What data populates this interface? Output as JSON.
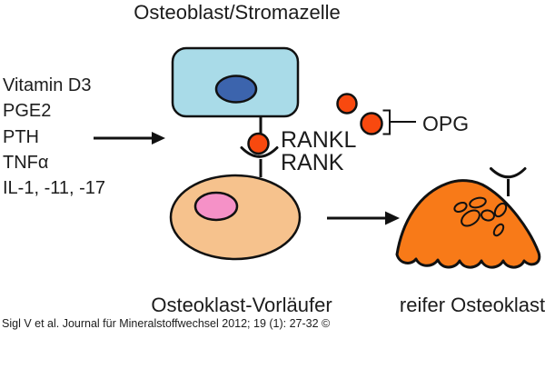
{
  "title": "Osteoblast/Stromazelle",
  "factors": {
    "items": [
      "Vitamin D3",
      "PGE2",
      "PTH",
      "TNFα",
      "IL-1, -11, -17"
    ]
  },
  "labels": {
    "rankl": "RANKL",
    "rank": "RANK",
    "opg": "OPG",
    "precursor": "Osteoklast-Vorläufer",
    "mature": "reifer Osteoklast"
  },
  "citation": "Sigl V et al. Journal für Mineralstoffwechsel 2012; 19 (1): 27-32 ©",
  "colors": {
    "cell_blue": "#a9dbe8",
    "nucleus_blue": "#3c64ad",
    "ligand_red": "#f8490f",
    "precursor_tan": "#f6c28d",
    "nucleus_pink": "#f591c7",
    "osteoclast_orange": "#f87a18",
    "stroke": "#111111",
    "text": "#1c1c1c"
  }
}
